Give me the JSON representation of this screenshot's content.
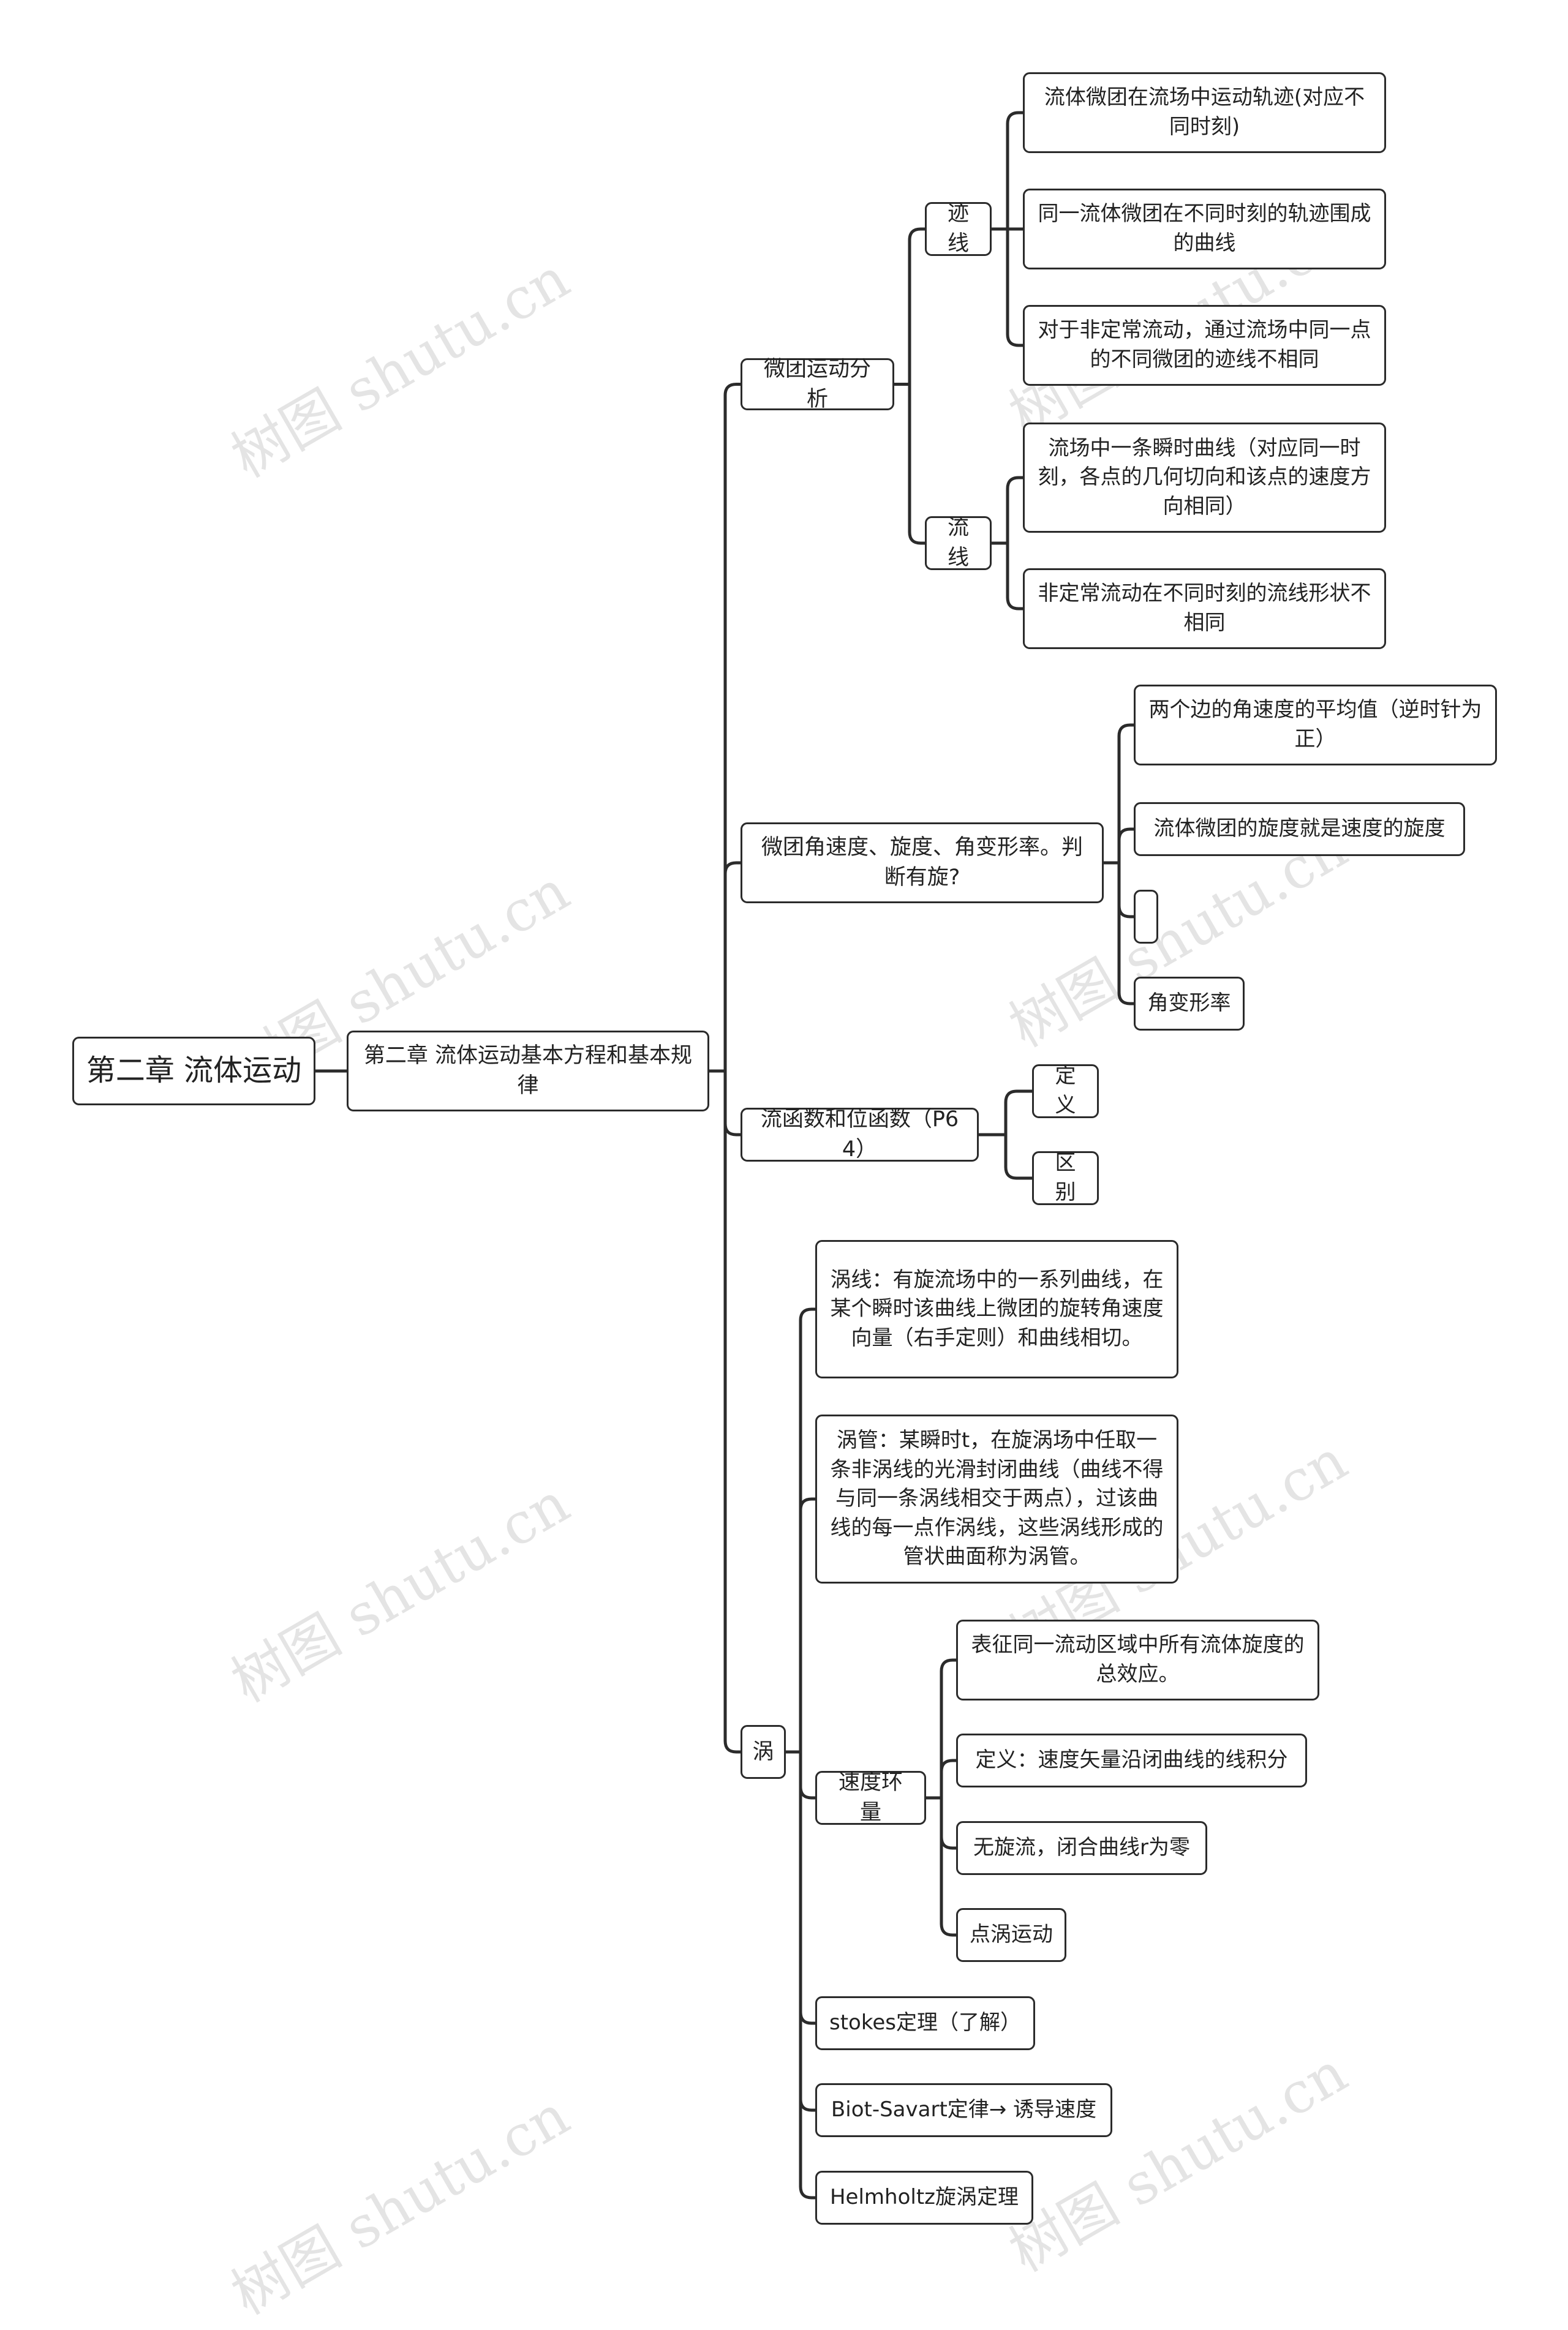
{
  "root": {
    "label": "第二章 流体运动"
  },
  "chapter": {
    "label": "第二章 流体运动基本方程和基本规律"
  },
  "branches": {
    "micro_motion": {
      "label": "微团运动分析",
      "pathline": {
        "label": "迹线",
        "items": [
          "流体微团在流场中运动轨迹(对应不同时刻)",
          "同一流体微团在不同时刻的轨迹围成的曲线",
          "对于非定常流动，通过流场中同一点的不同微团的迹线不相同"
        ]
      },
      "streamline": {
        "label": "流线",
        "items": [
          "流场中一条瞬时曲线（对应同一时刻，各点的几何切向和该点的速度方向相同）",
          "非定常流动在不同时刻的流线形状不相同"
        ]
      }
    },
    "angular": {
      "label": "微团角速度、旋度、角变形率。判断有旋?",
      "items": [
        "两个边的角速度的平均值（逆时针为正）",
        "流体微团的旋度就是速度的旋度",
        "",
        "角变形率"
      ]
    },
    "stream_function": {
      "label": "流函数和位函数（P64）",
      "items": [
        "定义",
        "区别"
      ]
    },
    "vortex": {
      "label": "涡",
      "vortex_line": "涡线：有旋流场中的一系列曲线，在某个瞬时该曲线上微团的旋转角速度向量（右手定则）和曲线相切。",
      "vortex_tube": "涡管：某瞬时t，在旋涡场中任取一条非涡线的光滑封闭曲线（曲线不得与同一条涡线相交于两点），过该曲线的每一点作涡线，这些涡线形成的管状曲面称为涡管。",
      "circulation": {
        "label": "速度环量",
        "items": [
          "表征同一流动区域中所有流体旋度的总效应。",
          "定义：速度矢量沿闭曲线的线积分",
          "无旋流，闭合曲线r为零",
          "点涡运动"
        ]
      },
      "stokes": "stokes定理（了解）",
      "biot_savart": "Biot-Savart定律→ 诱导速度",
      "helmholtz": "Helmholtz旋涡定理"
    }
  },
  "watermark": "树图 shutu.cn"
}
